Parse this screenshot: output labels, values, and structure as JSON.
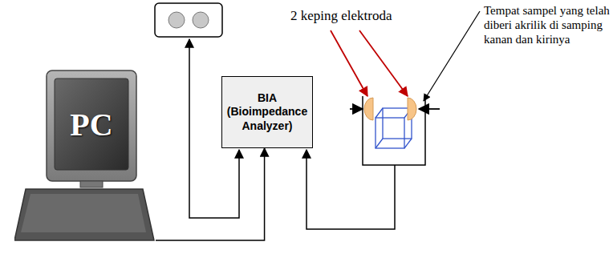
{
  "diagram": {
    "nodes": [
      {
        "text": [
          "PC"
        ]
      },
      {
        "text": [
          "BIA",
          "(Bioimpedance Analyzer)"
        ]
      }
    ],
    "edges": [
      {
        "from": 0,
        "to": 1,
        "arrow": "to"
      }
    ],
    "labels": [
      "2 keping elektroda",
      "Tempat sampel yang telah diberi akrilik di samping kanan dan kirinya"
    ]
  }
}
